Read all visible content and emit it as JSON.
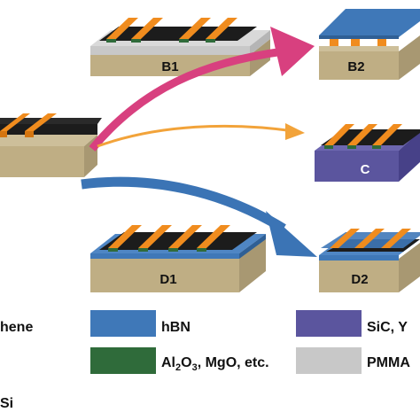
{
  "panels": {
    "b1": "B1",
    "b2": "B2",
    "c": "C",
    "d1": "D1",
    "d2": "D2"
  },
  "legend": {
    "graphene": "hene",
    "hbn": "hBN",
    "sic": "SiC, Y",
    "oxide_main": "Al",
    "oxide_sub1": "2",
    "oxide_mid": "O",
    "oxide_sub2": "3",
    "oxide_rest": ", MgO, etc.",
    "pmma": "PMMA",
    "si": "Si"
  },
  "colors": {
    "substrate_top": "#cdbf9a",
    "substrate_front": "#bfae84",
    "substrate_side": "#a89872",
    "graphene": "#1c1c1c",
    "gold": "#f08c1e",
    "gold_top": "#f6a942",
    "hbn": "#3f78b8",
    "oxide": "#2f6b3a",
    "sic": "#5b559e",
    "pmma": "#c8c8c8",
    "arrow_pink": "#d8407f",
    "arrow_orange": "#f2a33a",
    "arrow_blue": "#3b74b5"
  }
}
